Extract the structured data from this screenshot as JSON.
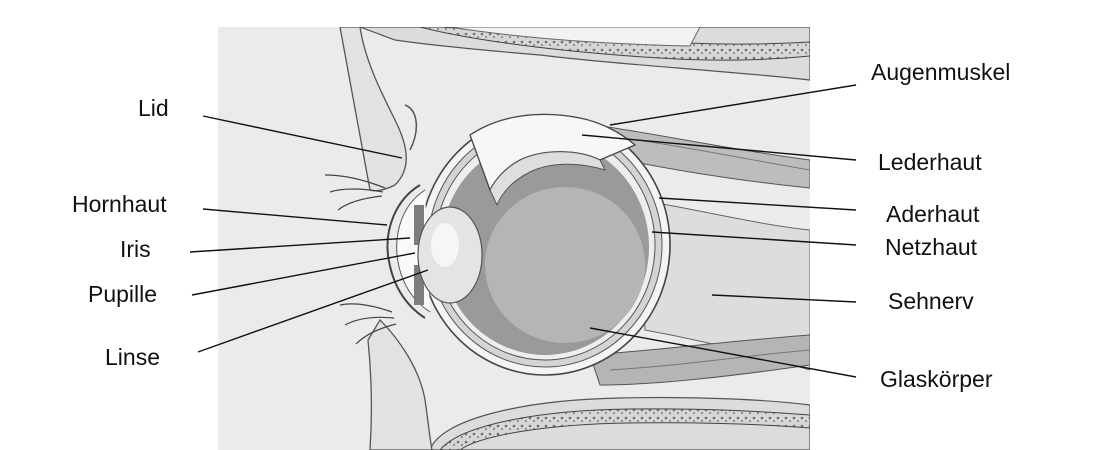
{
  "diagram": {
    "labels": {
      "lid": "Lid",
      "hornhaut": "Hornhaut",
      "iris": "Iris",
      "pupille": "Pupille",
      "linse": "Linse",
      "augenmuskel": "Augenmuskel",
      "lederhaut": "Lederhaut",
      "aderhaut": "Aderhaut",
      "netzhaut": "Netzhaut",
      "sehnerv": "Sehnerv",
      "glaskoerper": "Glaskörper"
    }
  }
}
